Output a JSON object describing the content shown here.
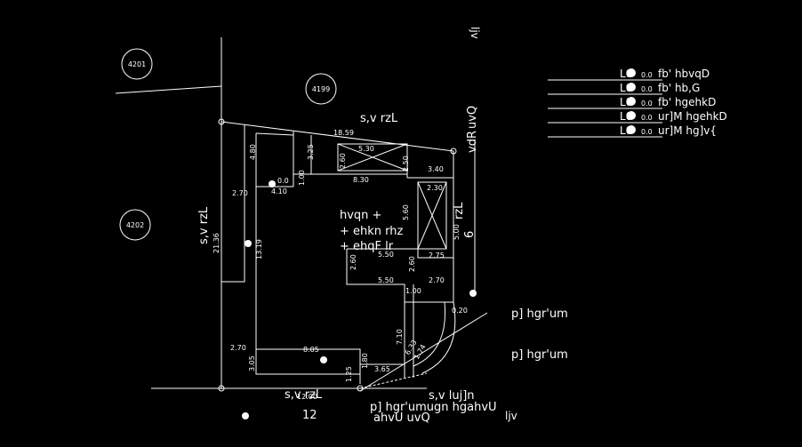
{
  "plot_numbers": {
    "p4201": "4201",
    "p4199": "4199",
    "p4202": "4202"
  },
  "street_labels": {
    "top_street": "s,v rzL",
    "right_top": "ljv",
    "right_vertical": "uvQ",
    "right_vertical_b": "vdR",
    "left_street": "s,v rzL",
    "left_length": "21.36",
    "bottom_street": "s,v rzL",
    "bottom_num": "12",
    "right_street": "rzL",
    "right_num": "6"
  },
  "legend": [
    {
      "code": "L0",
      "value": "0.0",
      "text": "fb' hbvqD"
    },
    {
      "code": "L0",
      "value": "0.0",
      "text": "fb' hb,G"
    },
    {
      "code": "L0",
      "value": "0.0",
      "text": "fb' hgehkD"
    },
    {
      "code": "L0",
      "value": "0.0",
      "text": "ur]M hgehkD"
    },
    {
      "code": "L0",
      "value": "0.0",
      "text": "ur]M hg]v{"
    }
  ],
  "center_labels": {
    "line1": "hvqn +",
    "line2": "+ ehkn rhz",
    "line3": "+ ehqF lr"
  },
  "annotations": {
    "setback1": "p] hgr'um",
    "setback2": "p] hgr'um",
    "corner_street": "s,v luj]n",
    "corner_note": "p] hgr'umugn hgahvU",
    "corner_note2": "ahvU uvQ",
    "corner_right": "ljv"
  },
  "dimensions": {
    "d1859": "18.59",
    "d480": "4.80",
    "d325": "3.25",
    "d530": "5.30",
    "d260a": "2.60",
    "d250": "2.50",
    "d340": "3.40",
    "d100a": "1.00",
    "d830": "8.30",
    "d270a": "2.70",
    "d410": "4.10",
    "d230": "2.30",
    "d560": "5.60",
    "d1319": "13.19",
    "d550a": "5.50",
    "d260b": "2.60",
    "d260c": "2.60",
    "d275": "2.75",
    "d550b": "5.50",
    "d100b": "1.00",
    "d270b": "2.70",
    "d710": "7.10",
    "d633": "6.33",
    "d174": "1.74",
    "d270c": "2.70",
    "d805": "8.05",
    "d305": "3.05",
    "d180": "1.80",
    "d365": "3.65",
    "d1200": "12.00",
    "d125": "1.25",
    "d500": "5.00",
    "d020": "0.20",
    "d00": "0.0"
  }
}
